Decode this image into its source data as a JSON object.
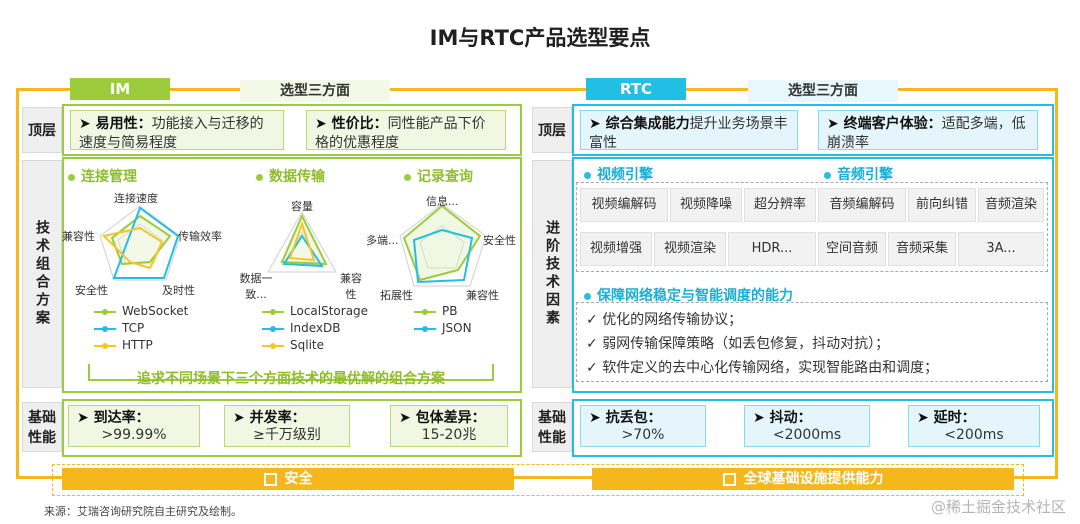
{
  "title": "IM与RTC产品选型要点",
  "im": {
    "tab": "IM",
    "subtab": "选型三方面",
    "top_label": "顶层",
    "top_boxes": [
      {
        "bold": "易用性：",
        "text": "功能接入与迁移的速度与简易程度"
      },
      {
        "bold": "性价比：",
        "text": "同性能产品下价格的优惠程度"
      }
    ],
    "mid_label": "技术组合方案",
    "sections": [
      {
        "title": "连接管理",
        "axes": [
          "连接速度",
          "传输效率",
          "及时性",
          "安全性",
          "兼容性"
        ],
        "legend": [
          "WebSocket",
          "TCP",
          "HTTP"
        ]
      },
      {
        "title": "数据传输",
        "axes": [
          "容量",
          "兼容性",
          "数据一致..."
        ],
        "legend": [
          "LocalStorage",
          "IndexDB",
          "Sqlite"
        ]
      },
      {
        "title": "记录查询",
        "axes": [
          "信息...",
          "安全性",
          "兼容性",
          "拓展性",
          "多端..."
        ],
        "legend": [
          "PB",
          "JSON"
        ]
      }
    ],
    "conclusion": "追求不同场景下三个方面技术的最优解的组合方案",
    "base_label": "基础性能",
    "base": [
      {
        "bold": "到达率：",
        "value": ">99.99%"
      },
      {
        "bold": "并发率：",
        "value": "≥千万级别"
      },
      {
        "bold": "包体差异：",
        "value": "15-20兆"
      }
    ],
    "bottom": "安全"
  },
  "rtc": {
    "tab": "RTC",
    "subtab": "选型三方面",
    "top_label": "顶层",
    "top_boxes": [
      {
        "bold": "综合集成能力",
        "text": "提升业务场景丰富性"
      },
      {
        "bold": "终端客户体验：",
        "text": "适配多端，低崩溃率"
      }
    ],
    "mid_label": "进阶技术因素",
    "video_title": "视频引擎",
    "audio_title": "音频引擎",
    "video_cells": [
      "视频编解码",
      "视频降噪",
      "超分辨率",
      "视频增强",
      "视频渲染",
      "HDR..."
    ],
    "audio_cells": [
      "音频编解码",
      "前向纠错",
      "音频渲染",
      "空间音频",
      "音频采集",
      "3A..."
    ],
    "network_title": "保障网络稳定与智能调度的能力",
    "network_items": [
      "优化的网络传输协议；",
      "弱网传输保障策略（如丢包修复，抖动对抗）；",
      "软件定义的去中心化传输网络，实现智能路由和调度；"
    ],
    "base_label": "基础性能",
    "base": [
      {
        "bold": "抗丢包：",
        "value": ">70%"
      },
      {
        "bold": "抖动：",
        "value": "<2000ms"
      },
      {
        "bold": "延时：",
        "value": "<200ms"
      }
    ],
    "bottom": "全球基础设施提供能力"
  },
  "footer": "来源：艾瑞咨询研究院自主研究及绘制。",
  "watermark": "@稀土掘金技术社区",
  "colors": {
    "green": "#9ccb3b",
    "blue": "#22bfe5",
    "gold": "#f4b71c",
    "yellow": "#f6c42b"
  }
}
